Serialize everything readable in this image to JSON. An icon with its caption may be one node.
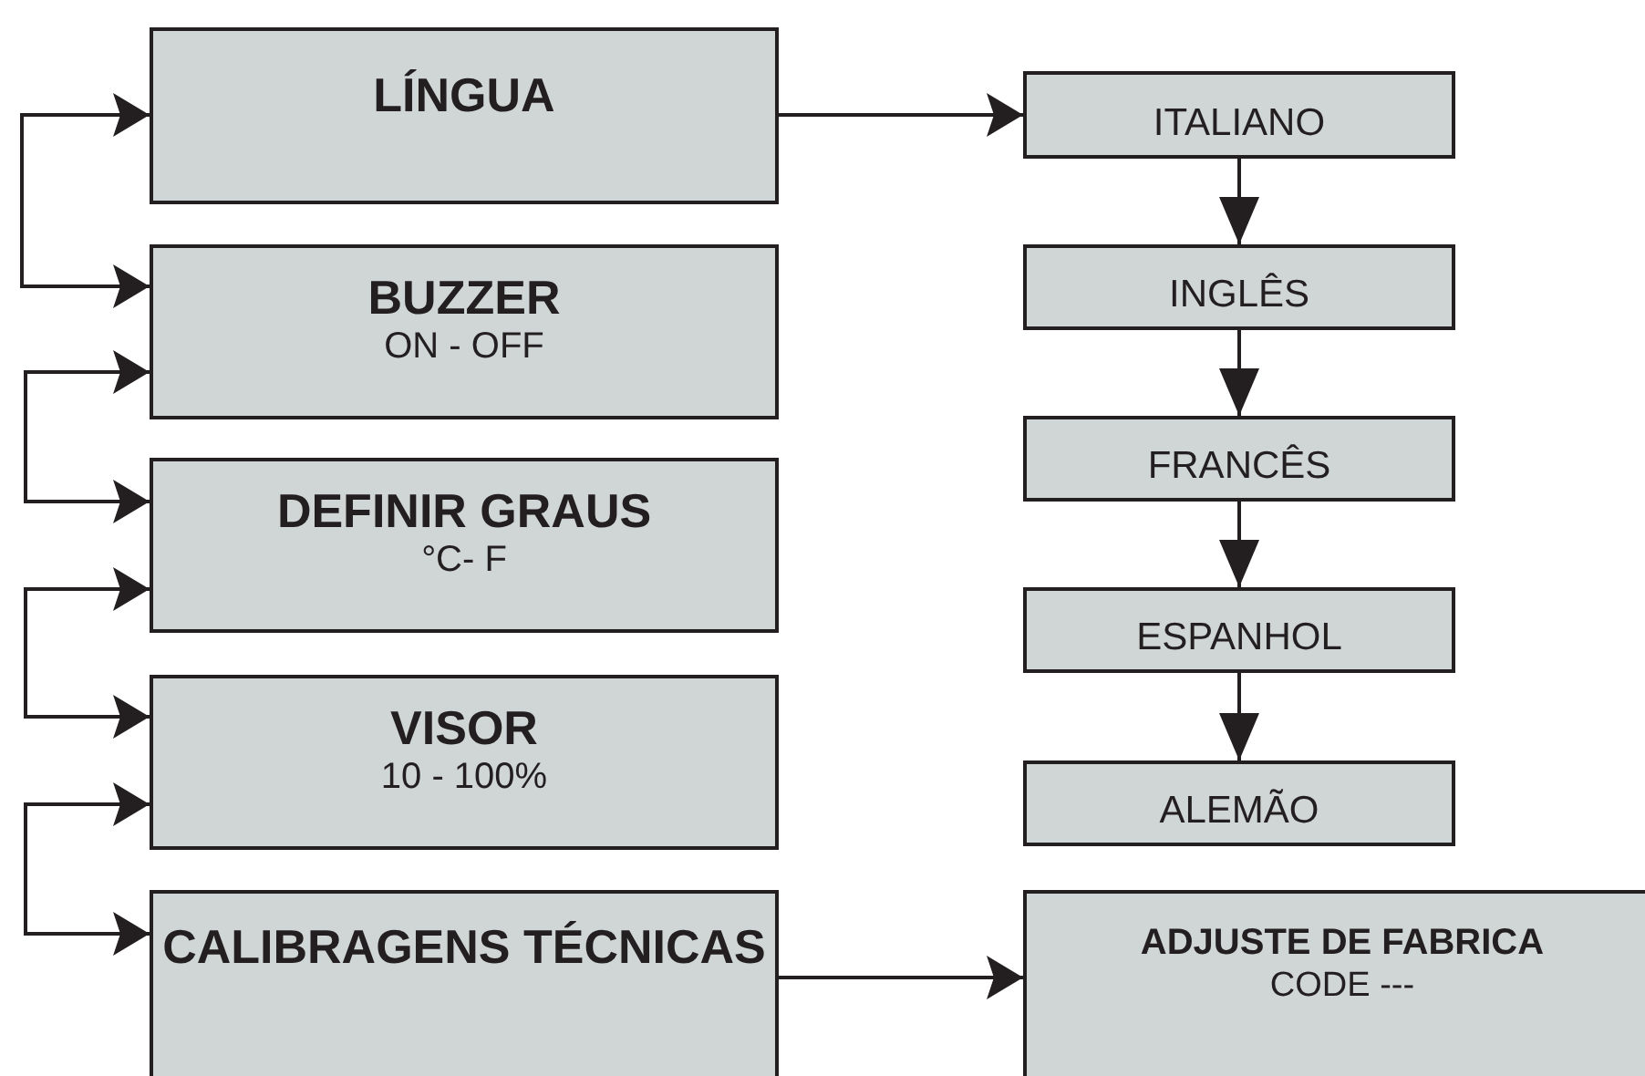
{
  "diagram": {
    "nodes": [
      {
        "text": [
          "LÍNGUA"
        ]
      },
      {
        "text": [
          "BUZZER",
          "ON - OFF"
        ]
      },
      {
        "text": [
          "DEFINIR GRAUS",
          "°C- F"
        ]
      },
      {
        "text": [
          "VISOR",
          "10 - 100%"
        ]
      },
      {
        "text": [
          "CALIBRAGENS TÉCNICAS"
        ]
      },
      {
        "text": [
          "ITALIANO"
        ]
      },
      {
        "text": [
          "INGLÊS"
        ]
      },
      {
        "text": [
          "FRANCÊS"
        ]
      },
      {
        "text": [
          "ESPANHOL"
        ]
      },
      {
        "text": [
          "ALEMÃO"
        ]
      },
      {
        "text": [
          "ADJUSTE DE FABRICA",
          "CODE ---"
        ]
      }
    ],
    "edges": [
      {
        "from": 0,
        "to": 1,
        "arrow": "both"
      },
      {
        "from": 1,
        "to": 2,
        "arrow": "both"
      },
      {
        "from": 2,
        "to": 3,
        "arrow": "both"
      },
      {
        "from": 3,
        "to": 4,
        "arrow": "both"
      },
      {
        "from": 0,
        "to": 5,
        "arrow": "to"
      },
      {
        "from": 5,
        "to": 6,
        "arrow": "to"
      },
      {
        "from": 6,
        "to": 7,
        "arrow": "to"
      },
      {
        "from": 7,
        "to": 8,
        "arrow": "to"
      },
      {
        "from": 8,
        "to": 9,
        "arrow": "to"
      },
      {
        "from": 4,
        "to": 10,
        "arrow": "to"
      }
    ]
  }
}
